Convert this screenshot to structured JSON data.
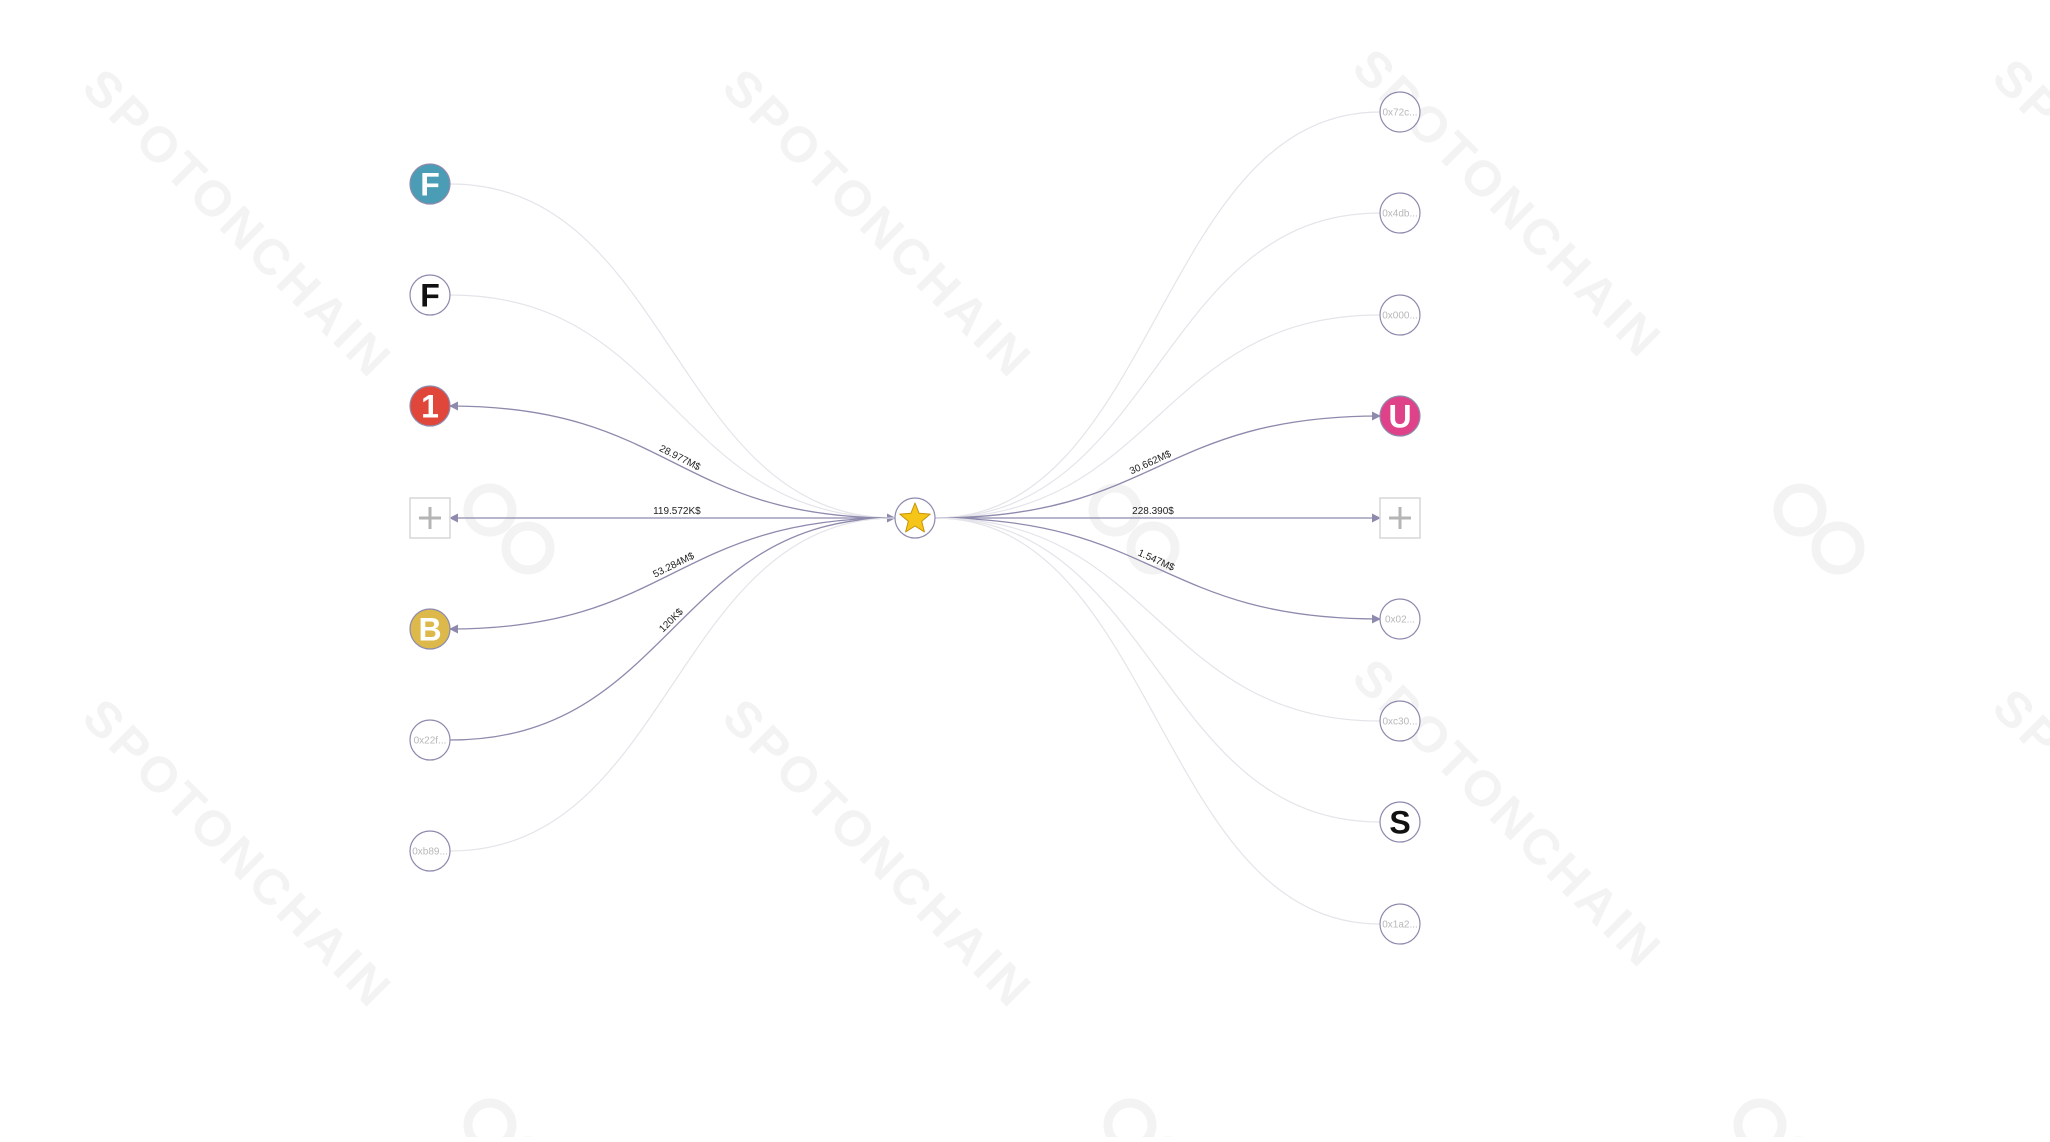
{
  "watermark": {
    "text": "SPOTONCHAIN"
  },
  "center_node": {
    "icon": "star-icon"
  },
  "left_nodes": [
    {
      "id": "left-f-teal",
      "kind": "letter",
      "letter": "F",
      "fill": "#4a9db5",
      "text_color": "#ffffff"
    },
    {
      "id": "left-f-black",
      "kind": "letter",
      "letter": "F",
      "fill": "#ffffff",
      "text_color": "#111111"
    },
    {
      "id": "left-1-red",
      "kind": "letter",
      "letter": "1",
      "fill": "#e0473a",
      "text_color": "#ffffff"
    },
    {
      "id": "left-expand",
      "kind": "plus"
    },
    {
      "id": "left-b-gold",
      "kind": "letter",
      "letter": "B",
      "fill": "#dcb94a",
      "text_color": "#ffffff"
    },
    {
      "id": "left-addr-0x22f",
      "kind": "address",
      "label": "0x22f..."
    },
    {
      "id": "left-addr-0xb89",
      "kind": "address",
      "label": "0xb89..."
    }
  ],
  "right_nodes": [
    {
      "id": "right-addr-0x72c",
      "kind": "address",
      "label": "0x72c..."
    },
    {
      "id": "right-addr-0x4db",
      "kind": "address",
      "label": "0x4db..."
    },
    {
      "id": "right-addr-0x000",
      "kind": "address",
      "label": "0x000..."
    },
    {
      "id": "right-u-pink",
      "kind": "letter",
      "letter": "U",
      "fill": "#e0428a",
      "text_color": "#ffffff"
    },
    {
      "id": "right-expand",
      "kind": "plus"
    },
    {
      "id": "right-addr-0x02",
      "kind": "address",
      "label": "0x02..."
    },
    {
      "id": "right-addr-0xc30",
      "kind": "address",
      "label": "0xc30..."
    },
    {
      "id": "right-s-black",
      "kind": "letter",
      "letter": "S",
      "fill": "#ffffff",
      "text_color": "#111111"
    },
    {
      "id": "right-addr-0x1a2",
      "kind": "address",
      "label": "0x1a2..."
    }
  ],
  "edges": {
    "left": [
      {
        "to": 0,
        "strength": "faint",
        "direction": "none",
        "label": ""
      },
      {
        "to": 1,
        "strength": "faint",
        "direction": "none",
        "label": ""
      },
      {
        "to": 2,
        "strength": "strong",
        "direction": "out",
        "label": "28.977M$"
      },
      {
        "to": 3,
        "strength": "strong",
        "direction": "out",
        "label": "119.572K$"
      },
      {
        "to": 4,
        "strength": "strong",
        "direction": "out",
        "label": "53.284M$"
      },
      {
        "to": 5,
        "strength": "strong",
        "direction": "in",
        "label": "120K$"
      },
      {
        "to": 6,
        "strength": "faint",
        "direction": "none",
        "label": ""
      }
    ],
    "right": [
      {
        "to": 0,
        "strength": "faint",
        "direction": "none",
        "label": ""
      },
      {
        "to": 1,
        "strength": "faint",
        "direction": "none",
        "label": ""
      },
      {
        "to": 2,
        "strength": "faint",
        "direction": "none",
        "label": ""
      },
      {
        "to": 3,
        "strength": "strong",
        "direction": "out",
        "label": "30.662M$"
      },
      {
        "to": 4,
        "strength": "strong",
        "direction": "out",
        "label": "228.390$"
      },
      {
        "to": 5,
        "strength": "strong",
        "direction": "out",
        "label": "1.547M$"
      },
      {
        "to": 6,
        "strength": "faint",
        "direction": "none",
        "label": ""
      },
      {
        "to": 7,
        "strength": "faint",
        "direction": "none",
        "label": ""
      },
      {
        "to": 8,
        "strength": "faint",
        "direction": "none",
        "label": ""
      }
    ]
  },
  "colors": {
    "edge_strong": "#8d8aad",
    "edge_faint": "#e4e4ea",
    "node_outline": "#8d8aad",
    "plus_outline": "#d7d7d7",
    "plus_glyph": "#b5b5b5",
    "star_fill": "#f5c617",
    "star_stroke": "#c9920c",
    "watermark": "#f3f3f3"
  }
}
